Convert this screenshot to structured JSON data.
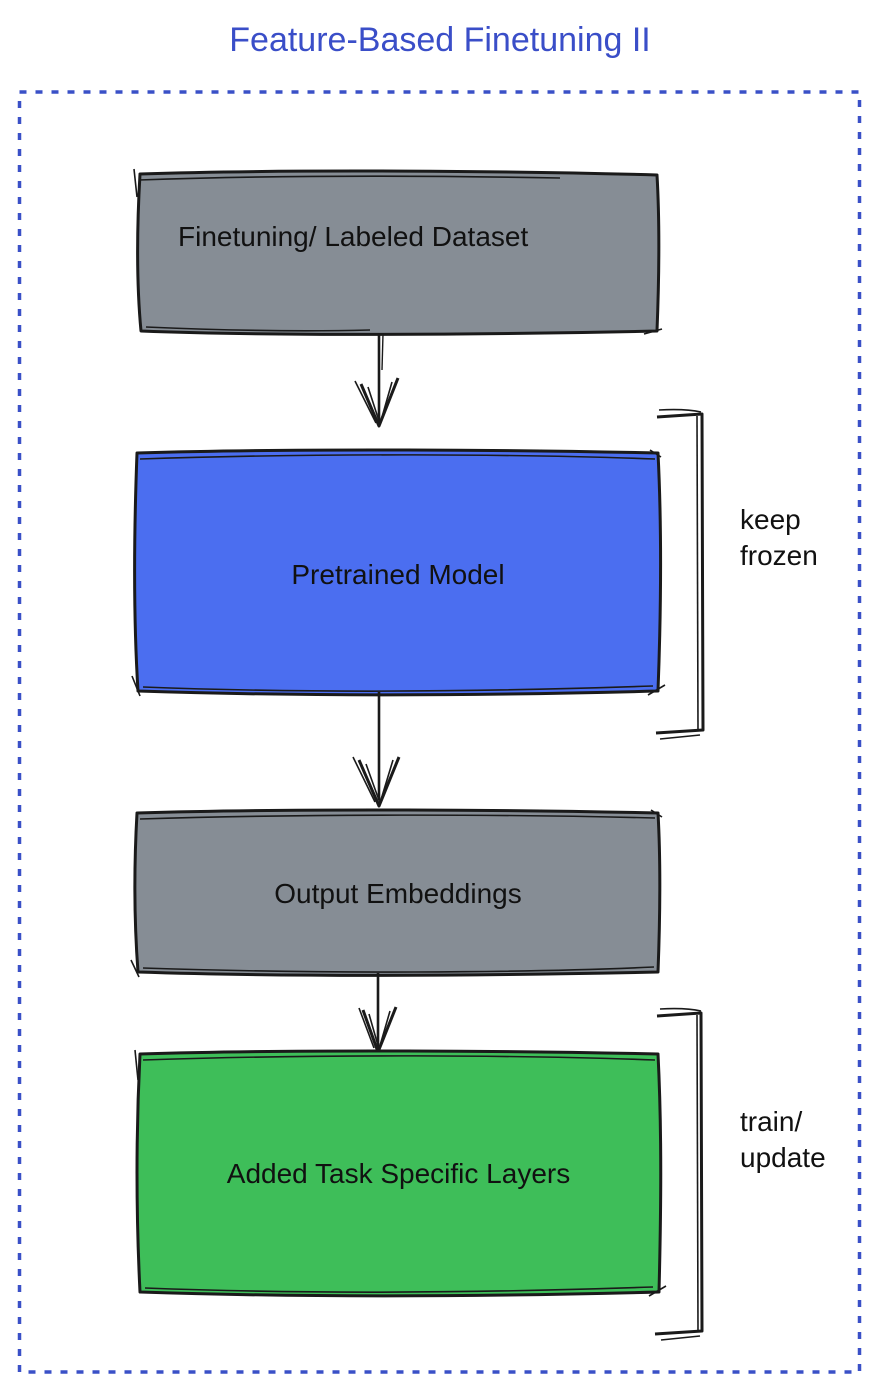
{
  "title": {
    "text": "Feature-Based Finetuning II",
    "color": "#3A4EC8"
  },
  "colors": {
    "accent_blue": "#3A4EC8",
    "dotted_border_blue": "#3A50C7",
    "box_gray": "#868D95",
    "box_blue": "#4B6EF0",
    "box_green": "#3EBE59",
    "ink": "#111111"
  },
  "diagram": {
    "border_style": "dotted",
    "boxes": [
      {
        "id": "finetuning-dataset",
        "label": "Finetuning/ Labeled Dataset",
        "fill": "#868D95"
      },
      {
        "id": "pretrained-model",
        "label": "Pretrained Model",
        "fill": "#4B6EF0"
      },
      {
        "id": "output-embeddings",
        "label": "Output Embeddings",
        "fill": "#868D95"
      },
      {
        "id": "task-specific-layers",
        "label": "Added Task Specific Layers",
        "fill": "#3EBE59"
      }
    ],
    "arrows": [
      {
        "from": "finetuning-dataset",
        "to": "pretrained-model"
      },
      {
        "from": "pretrained-model",
        "to": "output-embeddings"
      },
      {
        "from": "output-embeddings",
        "to": "task-specific-layers"
      }
    ],
    "annotations": [
      {
        "id": "keep-frozen",
        "target": "pretrained-model",
        "lines": [
          "keep",
          "frozen"
        ]
      },
      {
        "id": "train-update",
        "target": "task-specific-layers",
        "lines": [
          "train/",
          "update"
        ]
      }
    ]
  }
}
